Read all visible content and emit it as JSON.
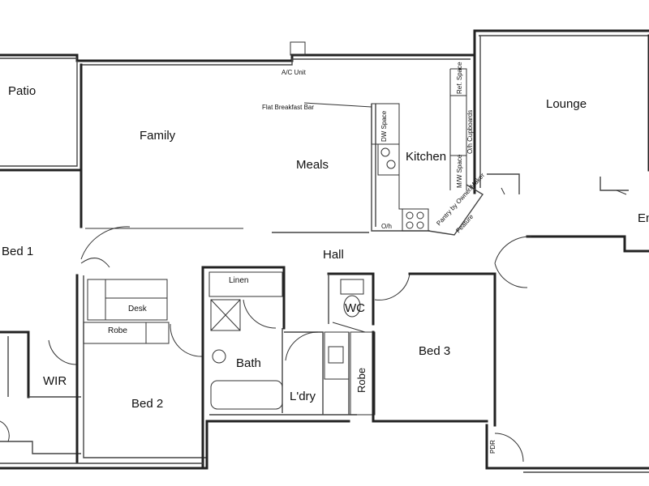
{
  "rooms": {
    "patio": "Patio",
    "family": "Family",
    "meals": "Meals",
    "kitchen": "Kitchen",
    "lounge": "Lounge",
    "entry_partial": "En",
    "bed1": "Bed 1",
    "hall": "Hall",
    "linen": "Linen",
    "desk": "Desk",
    "robe_bed2": "Robe",
    "wir": "WIR",
    "bed2": "Bed 2",
    "bath": "Bath",
    "laundry": "L'dry",
    "robe_bed3": "Robe",
    "wc": "WC",
    "bed3": "Bed 3"
  },
  "annotations": {
    "ac_unit": "A/C Unit",
    "breakfast_bar": "Flat Breakfast Bar",
    "dw_space": "DW Space",
    "ref_space": "Ref. Space",
    "oh_cupboards": "O/h Cupboards",
    "mw_space": "M/W Space",
    "pantry": "Pantry by Owner/Maker",
    "feature": "Feature",
    "oh": "O/h",
    "pdr": "PDR"
  }
}
